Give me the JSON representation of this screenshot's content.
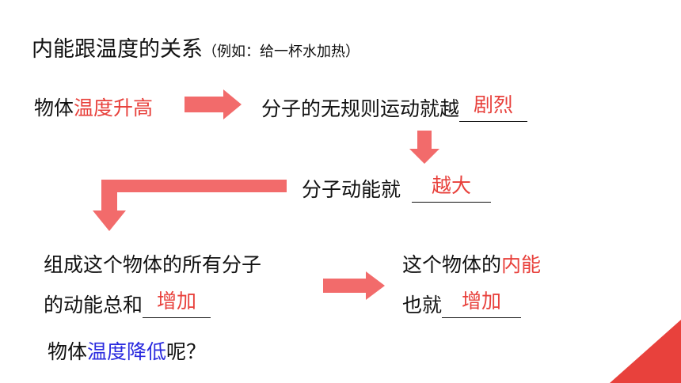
{
  "title": {
    "main": "内能跟温度的关系",
    "sub": "（例如：给一杯水加热）"
  },
  "row1": {
    "lead": "物体",
    "highlight": "温度升高",
    "result": "分子的无规则运动就越",
    "answer": "剧烈"
  },
  "row2": {
    "text": "分子动能就",
    "answer": "越大"
  },
  "row3": {
    "left_line1": "组成这个物体的所有分子",
    "left_line2": "的动能总和",
    "left_answer": "增加",
    "right_line1_lead": "这个物体的",
    "right_line1_highlight": "内能",
    "right_line2": "也就",
    "right_answer": "增加"
  },
  "question": {
    "lead": "物体",
    "highlight": "温度降低",
    "tail": "呢？"
  },
  "colors": {
    "arrow": "#f26b6b",
    "answer": "#e8413c",
    "blue": "#2a2adf",
    "corner": "#e8413c"
  }
}
